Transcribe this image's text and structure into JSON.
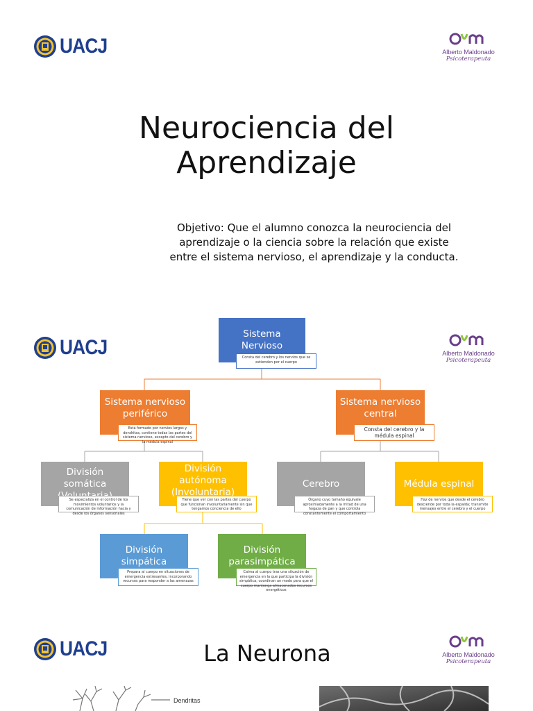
{
  "logos": {
    "uacj_text": "UACJ",
    "aym_monogram": "aym",
    "aym_name": "Alberto Maldonado",
    "aym_subtitle": "Psicoterapeuta"
  },
  "slide1": {
    "title_line1": "Neurociencia del",
    "title_line2": "Aprendizaje",
    "objective_line1": "Objetivo: Que el alumno conozca la neurociencia del",
    "objective_line2": "aprendizaje o la ciencia sobre la relación que existe",
    "objective_line3": "entre el sistema nervioso, el aprendizaje y la conducta."
  },
  "slide2": {
    "root": {
      "label": "Sistema Nervioso",
      "note": "Consta del cerebro y los nervios que se extienden por el cuerpo"
    },
    "peripheral": {
      "label": "Sistema nervioso periférico",
      "note": "Está formado por nervios largos y dendritas, contiene todas las partes del sistema nervioso, excepto del cerebro y la médula espinal"
    },
    "central": {
      "label": "Sistema nervioso central",
      "note": "Consta del cerebro y la médula espinal"
    },
    "somatic": {
      "label": "División somática (Voluntaria)",
      "note": "Se especializa en el control de los movimientos voluntarios y la comunicación de información hacia y desde los órganos sensoriales"
    },
    "autonomic": {
      "label": "División autónoma (Involuntaria)",
      "note": "Tiene que ver con las partes del cuerpo que funcionan involuntariamente sin que tengamos conciencia de ello"
    },
    "brain": {
      "label": "Cerebro",
      "note": "Órgano cuyo tamaño equivale aproximadamente a la mitad de una hogaza de pan y que controla constantemente el comportamiento"
    },
    "spinal": {
      "label": "Médula espinal",
      "note": "Haz de nervios que desde el cerebro desciende por toda la espalda; transmite mensajes entre el cerebro y el cuerpo"
    },
    "sympathetic": {
      "label": "División simpática",
      "note": "Prepara al cuerpo en situaciones de emergencia estresantes, incorporando recursos para responder a las amenazas"
    },
    "parasympathetic": {
      "label": "División parasimpática",
      "note": "Calma al cuerpo tras una situación de emergencia en la que participa la división simpática; coordinan un modo para que el cuerpo mantenga almacenados recursos energéticos"
    }
  },
  "slide3": {
    "title": "La Neurona",
    "label_dendritas": "Dendritas"
  },
  "colors": {
    "blue": "#4472c4",
    "orange": "#ed7d31",
    "gray": "#a5a5a5",
    "yellow": "#ffc000",
    "light_blue": "#5b9bd5",
    "green": "#70ad47",
    "uacj_blue": "#1f3f8f",
    "aym_purple": "#6a3e8a",
    "aym_green": "#8dc63f"
  }
}
